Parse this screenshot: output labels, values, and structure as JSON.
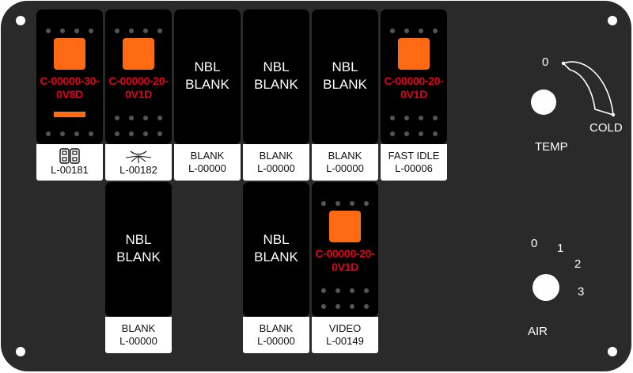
{
  "switches_top": [
    {
      "id": "s1",
      "type": "lit",
      "code_line1": "C-00000-30-",
      "code_line2": "0V8D",
      "has_bar": true
    },
    {
      "id": "s2",
      "type": "lit",
      "code_line1": "C-00000-20-",
      "code_line2": "0V1D",
      "has_bar": false
    },
    {
      "id": "s3",
      "type": "blank",
      "line1": "NBL",
      "line2": "BLANK"
    },
    {
      "id": "s4",
      "type": "blank",
      "line1": "NBL",
      "line2": "BLANK"
    },
    {
      "id": "s5",
      "type": "blank",
      "line1": "NBL",
      "line2": "BLANK"
    },
    {
      "id": "s6",
      "type": "lit",
      "code_line1": "C-00000-20-",
      "code_line2": "0V1D",
      "has_bar": false
    }
  ],
  "labels_top": [
    {
      "icon": "rocker-icon",
      "line1": "",
      "line2": "L-00181"
    },
    {
      "icon": "light-rays-icon",
      "line1": "",
      "line2": "L-00182"
    },
    {
      "icon": "",
      "line1": "BLANK",
      "line2": "L-00000"
    },
    {
      "icon": "",
      "line1": "BLANK",
      "line2": "L-00000"
    },
    {
      "icon": "",
      "line1": "BLANK",
      "line2": "L-00000"
    },
    {
      "icon": "",
      "line1": "FAST IDLE",
      "line2": "L-00006"
    }
  ],
  "switches_bottom": [
    {
      "id": "b1",
      "type": "blank",
      "line1": "NBL",
      "line2": "BLANK"
    },
    {
      "id": "b2",
      "type": "blank",
      "line1": "NBL",
      "line2": "BLANK"
    },
    {
      "id": "b3",
      "type": "lit",
      "code_line1": "C-00000-20-",
      "code_line2": "0V1D",
      "has_bar": false
    }
  ],
  "labels_bottom": [
    {
      "line1": "BLANK",
      "line2": "L-00000"
    },
    {
      "line1": "BLANK",
      "line2": "L-00000"
    },
    {
      "line1": "VIDEO",
      "line2": "L-00149"
    }
  ],
  "temp": {
    "label": "TEMP",
    "zero": "0",
    "cold": "COLD"
  },
  "air": {
    "label": "AIR",
    "pos0": "0",
    "pos1": "1",
    "pos2": "2",
    "pos3": "3"
  },
  "colors": {
    "panel": "#2a2a2a",
    "lamp": "#ff6a13",
    "code_text": "#e0001b"
  }
}
